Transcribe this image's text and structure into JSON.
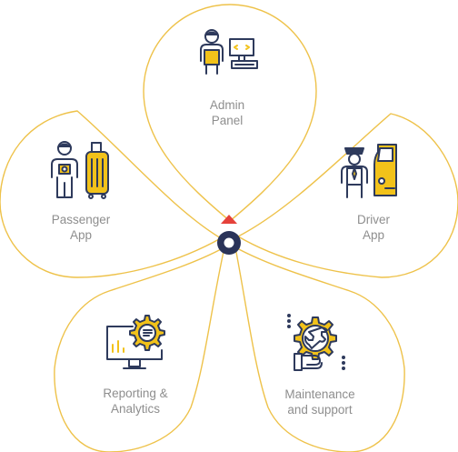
{
  "colors": {
    "petal_stroke": "#EEC24A",
    "icon_navy": "#2E3A5C",
    "icon_yellow": "#F2C21A",
    "label_gray": "#8E8E8E",
    "center_red": "#E5413A",
    "center_navy": "#2A3358"
  },
  "modules": [
    {
      "name": "admin-panel",
      "icon": "admin-monitor-icon",
      "line1": "Admin",
      "line2": "Panel"
    },
    {
      "name": "driver-app",
      "icon": "driver-car-icon",
      "line1": "Driver",
      "line2": "App"
    },
    {
      "name": "maintenance",
      "icon": "wrench-gear-icon",
      "line1": "Maintenance",
      "line2": "and support"
    },
    {
      "name": "reporting",
      "icon": "analytics-monitor-icon",
      "line1": "Reporting &",
      "line2": "Analytics"
    },
    {
      "name": "passenger-app",
      "icon": "passenger-luggage-icon",
      "line1": "Passenger",
      "line2": "App"
    }
  ]
}
